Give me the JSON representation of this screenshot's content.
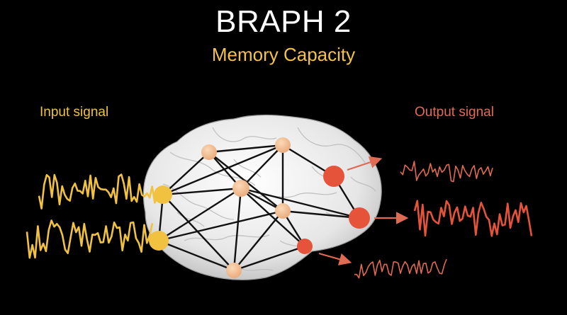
{
  "title": "BRAPH 2",
  "subtitle": "Memory Capacity",
  "input_label": "Input signal",
  "output_label": "Output signal",
  "colors": {
    "background": "#000000",
    "subtitle": "#f2c14e",
    "input": "#f0c240",
    "output": "#e5533a",
    "output_light": "#e06b52",
    "brain": "#ececec",
    "edge": "#111111"
  }
}
